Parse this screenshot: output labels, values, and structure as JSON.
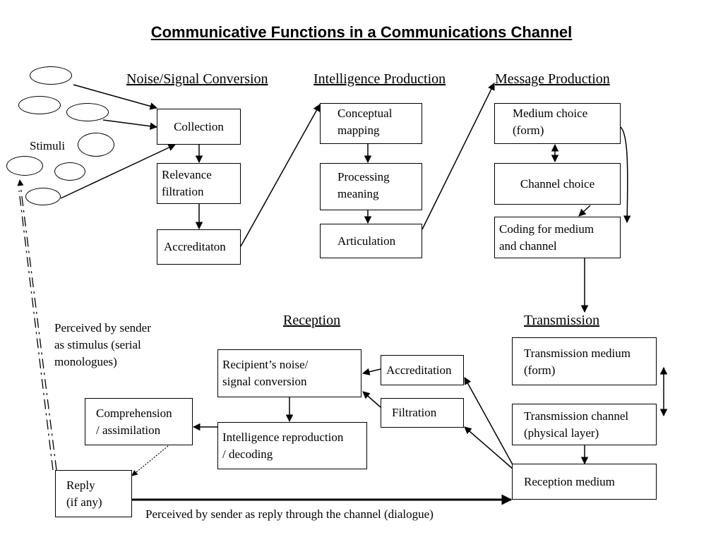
{
  "title": "Communicative Functions in a Communications Channel",
  "headings": {
    "noise_signal": "Noise/Signal Conversion",
    "intelligence": "Intelligence Production",
    "message": "Message Production",
    "reception": "Reception",
    "transmission": "Transmission"
  },
  "stimuli_label": "Stimuli",
  "boxes": {
    "collection": "Collection",
    "relevance": "Relevance\nfiltration",
    "accreditation_1": "Accreditaton",
    "conceptual": "Conceptual\nmapping",
    "processing": "Processing\nmeaning",
    "articulation": "Articulation",
    "medium_choice": "Medium choice\n(form)",
    "channel_choice": "Channel choice",
    "coding": "Coding for medium\nand channel",
    "transmission_medium": "Transmission medium\n(form)",
    "transmission_channel": "Transmission channel\n(physical layer)",
    "reception_medium": "Reception medium",
    "recipient_noise": "Recipient’s noise/\nsignal conversion",
    "accreditation_2": "Accreditation",
    "filtration": "Filtration",
    "intelligence_reproduction": "Intelligence reproduction\n/ decoding",
    "comprehension": "Comprehension\n/ assimilation",
    "reply": "Reply\n(if any)"
  },
  "notes": {
    "perceived_stimulus": "Perceived by sender\nas stimulus (serial\nmonologues)",
    "perceived_reply": "Perceived by sender as reply through the channel (dialogue)"
  }
}
